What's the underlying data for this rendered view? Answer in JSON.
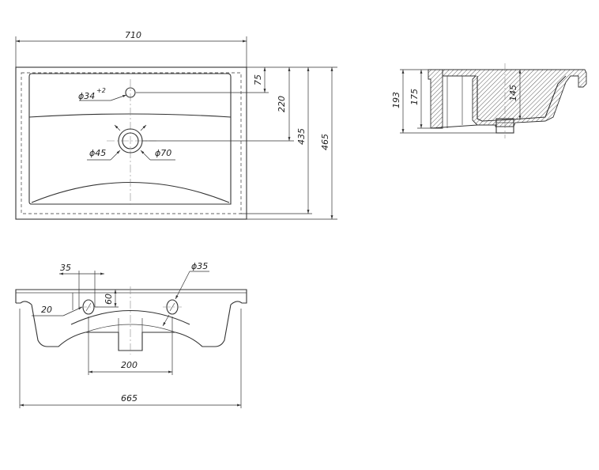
{
  "dimensions": {
    "top_width": "710",
    "top_depth_75": "75",
    "top_depth_220": "220",
    "top_depth_435": "435",
    "top_depth_465": "465",
    "tap_hole": "ϕ34",
    "tap_hole_tol": "+2",
    "drain_inner": "ϕ45",
    "drain_outer": "ϕ70",
    "side_193": "193",
    "side_175": "175",
    "side_145": "145",
    "front_35": "35",
    "front_60": "60",
    "front_20": "20",
    "front_hole": "ϕ35",
    "front_200": "200",
    "front_665": "665"
  },
  "colors": {
    "line": "#333333",
    "background": "#ffffff"
  }
}
